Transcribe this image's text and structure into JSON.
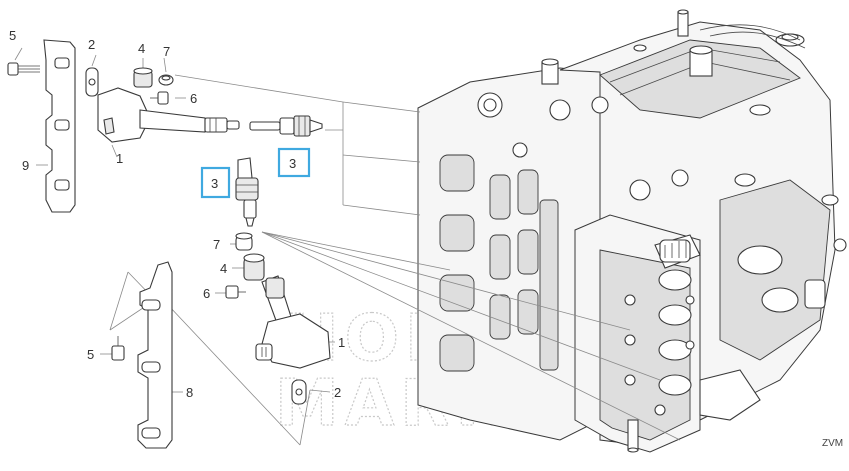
{
  "labels": {
    "p1_upper": "1",
    "p2_upper": "2",
    "p3_left": "3",
    "p3_right": "3",
    "p4_upper": "4",
    "p5_upper": "5",
    "p6_upper": "6",
    "p7_upper": "7",
    "p9": "9",
    "p7_lower": "7",
    "p4_lower": "4",
    "p6_lower": "6",
    "p5_lower": "5",
    "p1_lower": "1",
    "p2_lower": "2",
    "p8": "8"
  },
  "watermark": {
    "line1": "HONDA",
    "line2": "MARINE"
  },
  "code": "ZVM",
  "colors": {
    "highlight": "#3fa9e0",
    "line": "#3a3a3a"
  }
}
